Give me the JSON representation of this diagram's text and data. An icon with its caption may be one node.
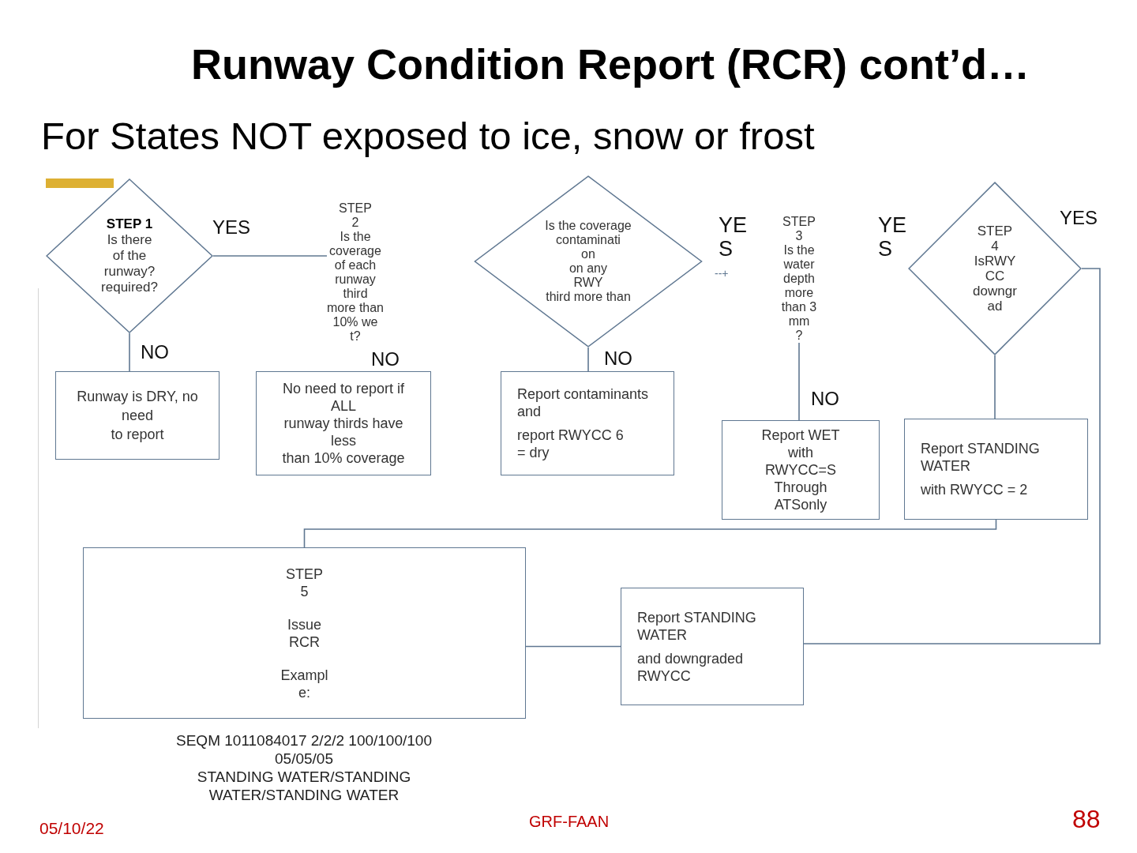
{
  "diagram": {
    "title": "Runway Condition Report (RCR) cont’d…",
    "nodes": [
      {
        "text": [
          "STEP 1",
          "Is there",
          "of the runway?",
          "required?"
        ]
      },
      {
        "text": [
          "STEP 2",
          "Is the coverage",
          "of each runway third",
          "more than",
          "10% we t?"
        ]
      },
      {
        "text": [
          "Is the coverage",
          "contaminati on",
          "on any RWY",
          "third more than"
        ]
      },
      {
        "text": [
          "STEP 3",
          "Is the water depth",
          "more",
          "than 3",
          "mm",
          "?"
        ]
      },
      {
        "text": [
          "STEP 4",
          "IsRWY CC downgr ad"
        ]
      },
      {
        "text": [
          "Runway is DRY, no need to report"
        ]
      },
      {
        "text": [
          "No need to report if ALL runway thirds have less than 10% coverage"
        ]
      },
      {
        "text": [
          "Report contaminants and",
          "report RWYCC 6 = dry"
        ]
      },
      {
        "text": [
          "Report WET with RWYCC=S Through ATSonly"
        ]
      },
      {
        "text": [
          "Report STANDING WATER",
          "with RWYCC = 2"
        ]
      },
      {
        "text": [
          "STEP 5",
          "Issue RCR",
          "Exampl e:"
        ],
        "beside": [
          "SEQM 1011084017 2/2/2 100/100/100 05/05/05",
          "STANDING WATER/STANDING WATER/STANDING WATER"
        ]
      },
      {
        "text": [
          "Report STANDING WATER",
          "and downgraded RWYCC"
        ]
      }
    ],
    "edges": [
      {
        "from": 0,
        "to": 1,
        "arrow": "none",
        "label": "YES"
      },
      {
        "from": 0,
        "to": 5,
        "arrow": "none",
        "label": "NO"
      },
      {
        "from": 2,
        "to": 7,
        "arrow": "none",
        "label": "NO"
      },
      {
        "from": 3,
        "to": 8,
        "arrow": "none",
        "label": "NO"
      },
      {
        "from": 4,
        "to": 9,
        "arrow": "none"
      },
      {
        "from": 4,
        "to": 11,
        "arrow": "none",
        "label": "YES"
      },
      {
        "from": 11,
        "to": 10,
        "arrow": "none"
      },
      {
        "from": 9,
        "to": 10,
        "arrow": "none"
      }
    ],
    "labels": [
      "For States NOT exposed to ice, snow or frost",
      "YE S",
      "YE S",
      "--+",
      "NO",
      "05/10/22",
      "GRF-FAAN",
      "88"
    ]
  }
}
